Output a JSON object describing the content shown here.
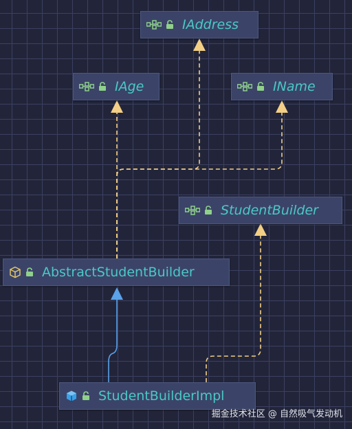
{
  "colors": {
    "background": "#22253a",
    "node_fill": "#3b4468",
    "label": "#4bc8c8",
    "implements_edge": "#f3cf85",
    "extends_edge": "#5aa2ea",
    "interface_icon": "#8fd18a",
    "class_icon": "#e0c56a",
    "concrete_class_icon": "#3aa0e8",
    "lock_icon": "#8fd18a"
  },
  "nodes": {
    "iaddress": {
      "label": "IAddress",
      "kind": "interface"
    },
    "iage": {
      "label": "IAge",
      "kind": "interface"
    },
    "iname": {
      "label": "IName",
      "kind": "interface"
    },
    "student_builder": {
      "label": "StudentBuilder",
      "kind": "interface"
    },
    "abstract_student_builder": {
      "label": "AbstractStudentBuilder",
      "kind": "abstract-class"
    },
    "student_builder_impl": {
      "label": "StudentBuilderImpl",
      "kind": "class"
    }
  },
  "edges": [
    {
      "from": "abstract_student_builder",
      "to": "iage",
      "type": "implements"
    },
    {
      "from": "abstract_student_builder",
      "to": "iaddress",
      "type": "implements"
    },
    {
      "from": "abstract_student_builder",
      "to": "iname",
      "type": "implements"
    },
    {
      "from": "student_builder_impl",
      "to": "student_builder",
      "type": "implements"
    },
    {
      "from": "student_builder_impl",
      "to": "abstract_student_builder",
      "type": "extends"
    }
  ],
  "icons": {
    "interface": "interface-icon",
    "abstract-class": "abstract-class-icon",
    "class": "class-icon",
    "visibility": "lock-icon"
  },
  "watermark": "掘金技术社区 @ 自然吸气发动机"
}
